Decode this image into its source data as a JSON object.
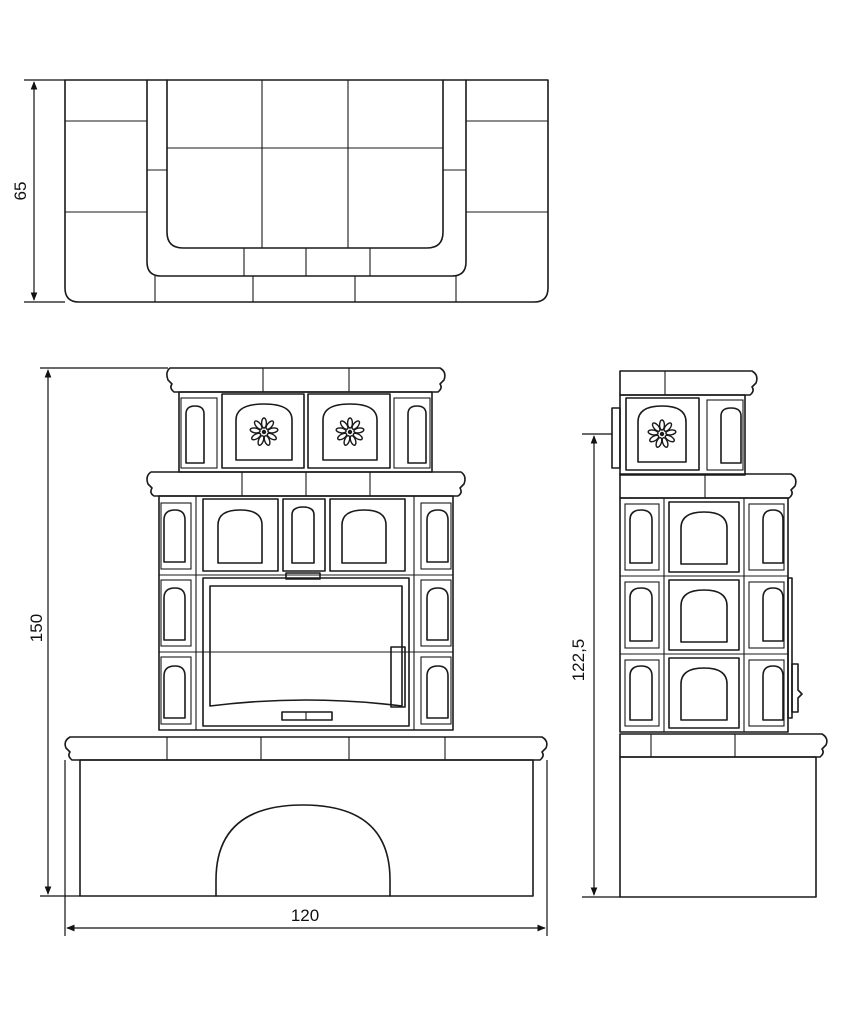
{
  "dimensions": {
    "depth": "65",
    "height_front": "150",
    "width": "120",
    "height_side": "122,5"
  },
  "colors": {
    "line": "#1a1a1a",
    "background": "#ffffff"
  }
}
